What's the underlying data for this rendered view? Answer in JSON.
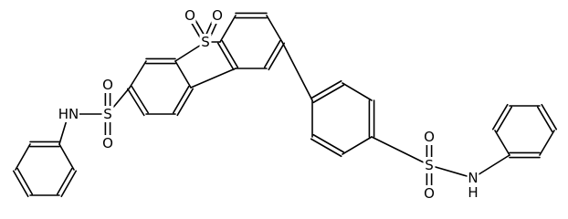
{
  "molecule": {
    "atoms": [
      {
        "id": "S5",
        "label": "S"
      },
      {
        "id": "O5a",
        "label": "O"
      },
      {
        "id": "O5b",
        "label": "O"
      },
      {
        "id": "Sl",
        "label": "S"
      },
      {
        "id": "Ola",
        "label": "O"
      },
      {
        "id": "Olb",
        "label": "O"
      },
      {
        "id": "Nl",
        "label": "HN"
      },
      {
        "id": "Sr",
        "label": "S"
      },
      {
        "id": "Ora",
        "label": "O"
      },
      {
        "id": "Orb",
        "label": "O"
      },
      {
        "id": "Nr",
        "label": "N",
        "sublabel": "H"
      }
    ]
  }
}
